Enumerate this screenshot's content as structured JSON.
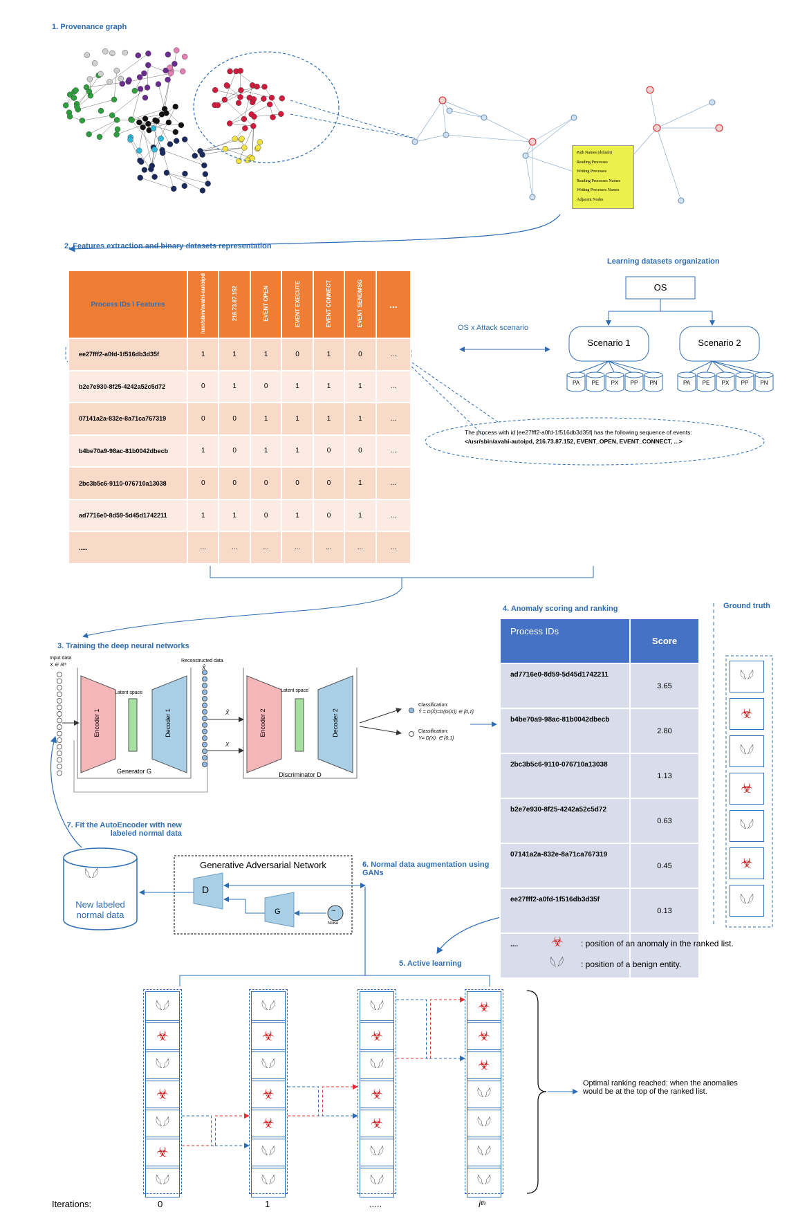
{
  "steps": {
    "s1": "1. Provenance graph",
    "s2": "2. Features extraction and binary datasets representation",
    "s3": "3. Training the deep neural networks",
    "s4": "4. Anomaly scoring and ranking",
    "s5": "5. Active learning",
    "s6": "6. Normal data augmentation using GANs",
    "s7": "7. Fit the AutoEncoder with new labeled normal data"
  },
  "provenance_popup": [
    "Path Names (default)",
    "Reading Processes",
    "Writing Processes",
    "Reading Processes Names",
    "Writing Processes Names",
    "Adjacent Nodes"
  ],
  "feature_table": {
    "row_header": "Process IDs \\ Features",
    "columns": [
      "/usr/sbin/avahi-autoipd",
      "216.73.87.152",
      "EVENT OPEN",
      "EVENT EXECUTE",
      "EVENT CONNECT",
      "EVENT SENDMSG",
      "..."
    ],
    "rows": [
      {
        "id": "ee27fff2-a0fd-1f516db3d35f",
        "values": [
          "1",
          "1",
          "1",
          "0",
          "1",
          "0",
          "..."
        ]
      },
      {
        "id": "b2e7e930-8f25-4242a52c5d72",
        "values": [
          "0",
          "1",
          "0",
          "1",
          "1",
          "1",
          "..."
        ]
      },
      {
        "id": "07141a2a-832e-8a71ca767319",
        "values": [
          "0",
          "0",
          "1",
          "1",
          "1",
          "1",
          "..."
        ]
      },
      {
        "id": "b4be70a9-98ac-81b0042dbecb",
        "values": [
          "1",
          "0",
          "1",
          "1",
          "0",
          "0",
          "..."
        ]
      },
      {
        "id": "2bc3b5c6-9110-076710a13038",
        "values": [
          "0",
          "0",
          "0",
          "0",
          "0",
          "1",
          "..."
        ]
      },
      {
        "id": "ad7716e0-8d59-5d45d1742211",
        "values": [
          "1",
          "1",
          "0",
          "1",
          "0",
          "1",
          "..."
        ]
      },
      {
        "id": ".....",
        "values": [
          "...",
          "...",
          "...",
          "...",
          "...",
          "...",
          "..."
        ]
      }
    ]
  },
  "learning_datasets": {
    "title": "Learning datasets organization",
    "root": "OS",
    "link_label": "OS x Attack scenario",
    "scenarios": [
      "Scenario 1",
      "Scenario 2"
    ],
    "leaves": [
      "PA",
      "PE",
      "PX",
      "PP",
      "PN"
    ]
  },
  "callout_text": "The process with id |ee27fff2-a0fd-1f516db3d35f| has the following sequence of events:",
  "callout_seq": "</usr/sbin/avahi-autoipd, 216.73.87.152, EVENT_OPEN, EVENT_CONNECT, ...>",
  "gan_training": {
    "input_label": "Input data",
    "input_math": "X ∈ ℝᵐ",
    "recon_label": "Reconstructed data",
    "recon_math": "X̂",
    "latent": "Latent space",
    "encoder1": "Encoder 1",
    "decoder1": "Decoder 1",
    "encoder2": "Encoder 2",
    "decoder2": "Decoder 2",
    "generator": "Generator G",
    "discriminator": "Discriminator D",
    "xhat": "X̂",
    "x": "X",
    "class1_title": "Classification:",
    "class1_eq": "Ŷ = D(X̂)=D(G(X)) ∈ {0,1}",
    "class2_title": "Classification:",
    "class2_eq": "Y= D(X). ∈ {0,1}"
  },
  "score_table": {
    "col_ids": "Process IDs",
    "col_score": "Score",
    "rows": [
      {
        "id": "ad7716e0-8d59-5d45d1742211",
        "score": "3.65"
      },
      {
        "id": "b4be70a9-98ac-81b0042dbecb",
        "score": "2.80"
      },
      {
        "id": "2bc3b5c6-9110-076710a13038",
        "score": "1.13"
      },
      {
        "id": "b2e7e930-8f25-4242a52c5d72",
        "score": "0.63"
      },
      {
        "id": "07141a2a-832e-8a71ca767319",
        "score": "0.45"
      },
      {
        "id": "ee27fff2-a0fd-1f516db3d35f",
        "score": "0.13"
      },
      {
        "id": "....",
        "score": ""
      }
    ]
  },
  "ground_truth": {
    "title": "Ground truth",
    "sequence": [
      "benign",
      "anomaly",
      "benign",
      "anomaly",
      "benign",
      "anomaly",
      "benign"
    ]
  },
  "legend": {
    "anomaly": ": position of an anomaly in the ranked list.",
    "benign": ": position of a benign entity."
  },
  "gan_box": {
    "title": "Generative Adversarial Network",
    "d": "D",
    "g": "G",
    "noise": "Noise"
  },
  "normal_data": "New labeled normal data",
  "active_learning": {
    "columns": [
      [
        "benign",
        "anomaly",
        "benign",
        "anomaly",
        "benign",
        "anomaly",
        "benign"
      ],
      [
        "benign",
        "anomaly",
        "benign",
        "anomaly",
        "anomaly",
        "benign",
        "benign"
      ],
      [
        "benign",
        "anomaly",
        "benign",
        "anomaly",
        "anomaly",
        "benign",
        "benign"
      ],
      [
        "anomaly",
        "anomaly",
        "anomaly",
        "benign",
        "benign",
        "benign",
        "benign"
      ]
    ],
    "iterations_label": "Iterations:",
    "iteration_ticks": [
      "0",
      "1",
      ".....",
      "iᵗʰ"
    ],
    "optimal_text": "Optimal ranking reached: when the anomalies would be at the top of the ranked list."
  },
  "colors": {
    "accent": "#2e6db4",
    "orange": "#f07d34",
    "table_blue": "#4472c4",
    "encoder": "#f4b6b8",
    "decoder": "#a8cfe6",
    "latent": "#a6e0a0",
    "anomaly": "#d02020"
  }
}
